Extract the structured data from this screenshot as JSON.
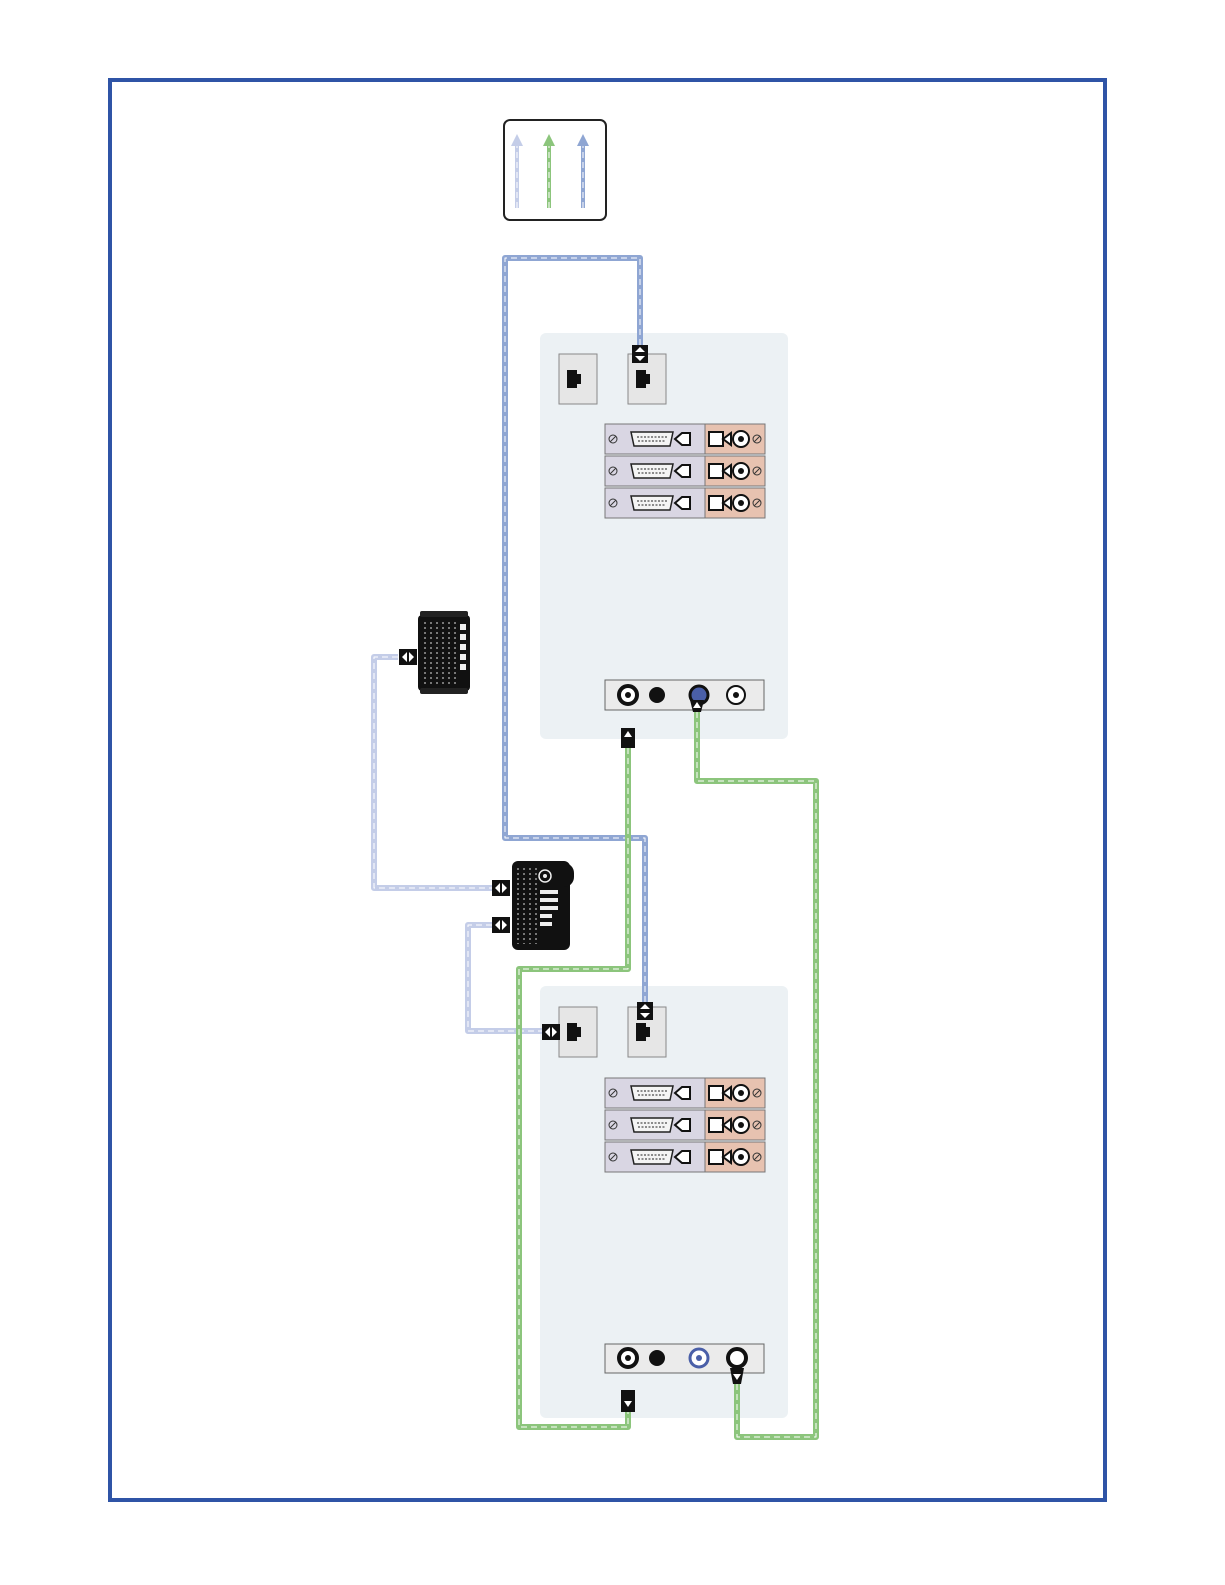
{
  "diagram": {
    "frame_color": "#2f54a6",
    "legend": {
      "arrows": [
        {
          "name": "light-blue-arrow-icon",
          "color": "#c4cde8"
        },
        {
          "name": "green-arrow-icon",
          "color": "#8cc57c"
        },
        {
          "name": "blue-arrow-icon",
          "color": "#8fa6d3"
        }
      ]
    },
    "cable_colors": {
      "light_blue": "#c4cde8",
      "blue": "#8fa6d3",
      "green": "#8cc57c"
    },
    "panel_background": "#ecf1f4",
    "cards": {
      "digital_color": "#d9d6e3",
      "analog_color": "#e7c2b0",
      "count_per_panel": 3
    },
    "devices": [
      {
        "name": "control-surface-small"
      },
      {
        "name": "control-surface-large"
      },
      {
        "name": "interface-rack-top"
      },
      {
        "name": "interface-rack-bottom"
      }
    ]
  }
}
